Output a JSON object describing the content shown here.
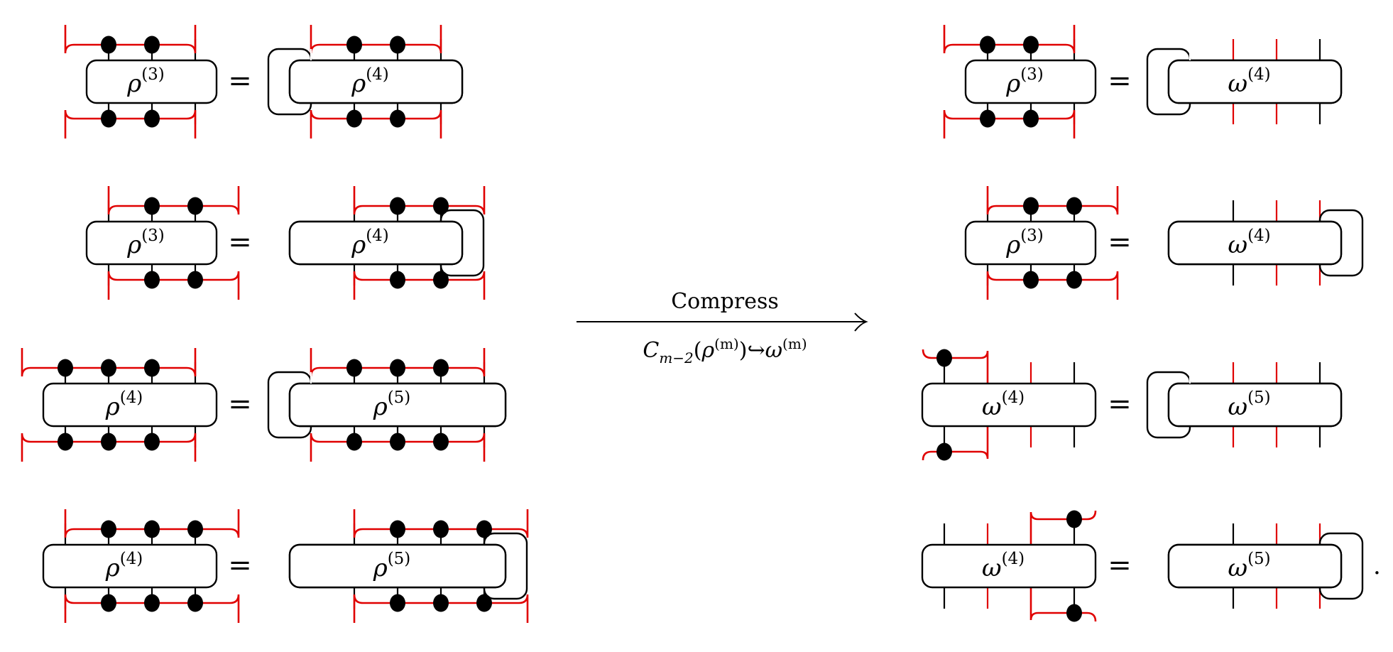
{
  "colors": {
    "wire": "#000000",
    "contract": "#e00000",
    "node": "#000000"
  },
  "arrow": {
    "label_top": "Compress",
    "label_bottom": {
      "C": "C",
      "C_sub": "m−2",
      "open": "(",
      "rho": "ρ",
      "rho_sup": "(m)",
      "close": ")",
      "hook": "↪",
      "omega": "ω",
      "omega_sup": "(m)"
    }
  },
  "equals_sign": "=",
  "final_period": ".",
  "left_equations": [
    {
      "lhs": {
        "symbol": "ρ",
        "sup": "(3)",
        "legs": 3,
        "nodes": [
          0,
          1
        ],
        "free": [
          2
        ]
      },
      "rhs": {
        "symbol": "ρ",
        "sup": "(4)",
        "legs": 3,
        "nodes": [
          0,
          1
        ],
        "free": [
          2
        ],
        "loop": "left"
      }
    },
    {
      "lhs": {
        "symbol": "ρ",
        "sup": "(3)",
        "legs": 3,
        "nodes": [
          1,
          2
        ],
        "free": [
          0
        ]
      },
      "rhs": {
        "symbol": "ρ",
        "sup": "(4)",
        "legs": 3,
        "nodes": [
          1,
          2
        ],
        "free": [
          0
        ],
        "loop": "right"
      }
    },
    {
      "lhs": {
        "symbol": "ρ",
        "sup": "(4)",
        "legs": 4,
        "nodes": [
          0,
          1,
          2
        ],
        "free": [
          3
        ]
      },
      "rhs": {
        "symbol": "ρ",
        "sup": "(5)",
        "legs": 4,
        "nodes": [
          0,
          1,
          2
        ],
        "free": [
          3
        ],
        "loop": "left"
      }
    },
    {
      "lhs": {
        "symbol": "ρ",
        "sup": "(4)",
        "legs": 4,
        "nodes": [
          1,
          2,
          3
        ],
        "free": [
          0
        ]
      },
      "rhs": {
        "symbol": "ρ",
        "sup": "(5)",
        "legs": 4,
        "nodes": [
          1,
          2,
          3
        ],
        "free": [
          0
        ],
        "loop": "right"
      }
    }
  ],
  "right_equations": [
    {
      "lhs": {
        "symbol": "ρ",
        "sup": "(3)",
        "legs": 3,
        "nodes": [
          0,
          1
        ],
        "free": [
          2
        ]
      },
      "rhs": {
        "symbol": "ω",
        "sup": "(4)",
        "legs": 3,
        "red": [
          0,
          1
        ],
        "free": [
          2
        ],
        "loop": "left"
      }
    },
    {
      "lhs": {
        "symbol": "ρ",
        "sup": "(3)",
        "legs": 3,
        "nodes": [
          1,
          2
        ],
        "free": [
          0
        ]
      },
      "rhs": {
        "symbol": "ω",
        "sup": "(4)",
        "legs": 3,
        "red": [
          1,
          2
        ],
        "free": [
          0
        ],
        "loop": "right"
      }
    },
    {
      "lhs": {
        "symbol": "ω",
        "sup": "(4)",
        "legs": 4,
        "hook": "left"
      },
      "rhs": {
        "symbol": "ω",
        "sup": "(5)",
        "legs": 3,
        "red": [
          0,
          1
        ],
        "free": [
          2
        ],
        "loop": "left"
      }
    },
    {
      "lhs": {
        "symbol": "ω",
        "sup": "(4)",
        "legs": 4,
        "hook": "right"
      },
      "rhs": {
        "symbol": "ω",
        "sup": "(5)",
        "legs": 3,
        "red": [
          1,
          2
        ],
        "free": [
          0
        ],
        "loop": "right"
      }
    }
  ]
}
